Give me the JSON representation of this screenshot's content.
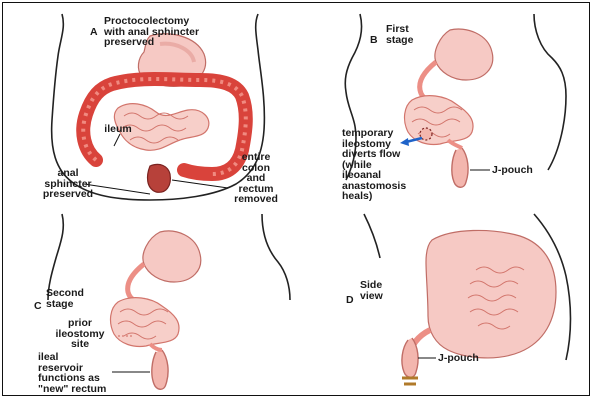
{
  "panels": {
    "a": {
      "letter": "A",
      "title": "Proctocolectomy\nwith anal sphincter\npreserved",
      "labels": {
        "ileum": "ileum",
        "anal_sphincter": "anal\nsphincter\npreserved",
        "colon_removed": "entire\ncolon\nand\nrectum\nremoved"
      }
    },
    "b": {
      "letter": "B",
      "title": "First\nstage",
      "labels": {
        "temp_ileostomy": "temporary\nileostomy\ndiverts flow\n(while\nileoanal\nanastomosis\nheals)",
        "j_pouch": "J-pouch"
      }
    },
    "c": {
      "letter": "C",
      "title": "Second\nstage",
      "labels": {
        "prior_ileostomy": "prior\nileostomy\nsite",
        "ileal_reservoir": "ileal\nreservoir\nfunctions as\n\"new\" rectum"
      }
    },
    "d": {
      "letter": "D",
      "title": "Side\nview",
      "labels": {
        "j_pouch": "J-pouch"
      }
    }
  },
  "colors": {
    "organ_light": "#f6c9c4",
    "organ_mid": "#ec8f86",
    "colon_red": "#d9433b",
    "outline": "#1a1a1a",
    "arrow_blue": "#1f63c9"
  }
}
